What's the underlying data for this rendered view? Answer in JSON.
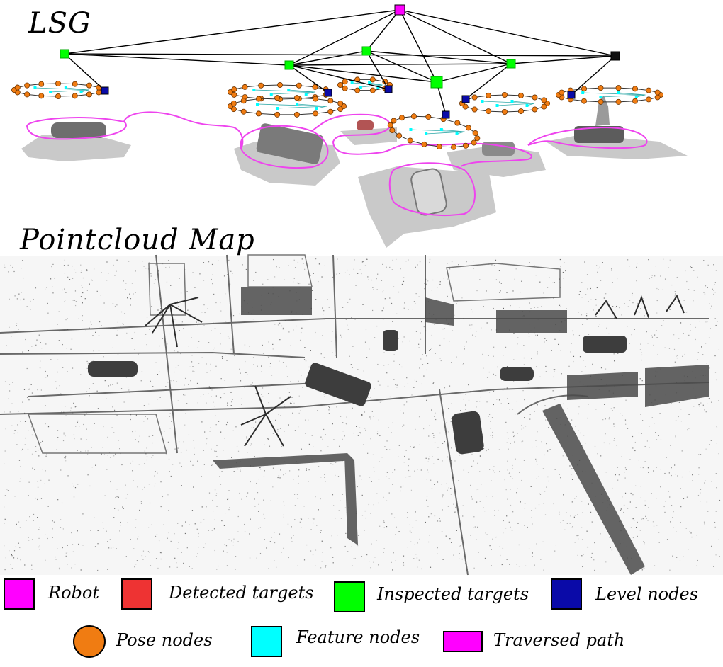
{
  "titles": {
    "lsg": "LSG",
    "pointcloud": "Pointcloud Map"
  },
  "legend": [
    {
      "label": "Robot",
      "shape": "square",
      "color": "#ff00ff"
    },
    {
      "label": "Detected targets",
      "shape": "square",
      "color": "#ee3333"
    },
    {
      "label": "Inspected targets",
      "shape": "square",
      "color": "#00ff00"
    },
    {
      "label": "Level nodes",
      "shape": "square",
      "color": "#0a0aa8"
    },
    {
      "label": "Pose nodes",
      "shape": "circle",
      "color": "#f07c12"
    },
    {
      "label": "Feature nodes",
      "shape": "square",
      "color": "#00ffff"
    },
    {
      "label": "Traversed path",
      "shape": "rectangle",
      "color": "#ff00ff"
    }
  ],
  "colors": {
    "edge": "#000000",
    "path": "#ee44ee",
    "shadow": "#c8c8c8",
    "pointcloud": "#222222"
  }
}
